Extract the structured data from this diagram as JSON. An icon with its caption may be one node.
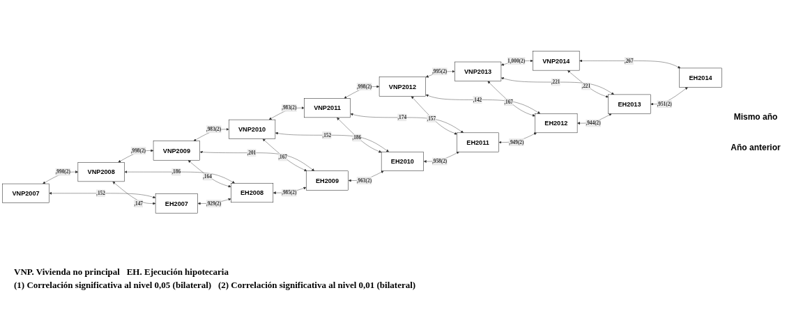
{
  "diagram": {
    "nodes": [
      {
        "text": [
          "VNP2007"
        ]
      },
      {
        "text": [
          "VNP2008"
        ]
      },
      {
        "text": [
          "VNP2009"
        ]
      },
      {
        "text": [
          "VNP2010"
        ]
      },
      {
        "text": [
          "VNP2011"
        ]
      },
      {
        "text": [
          "VNP2012"
        ]
      },
      {
        "text": [
          "VNP2013"
        ]
      },
      {
        "text": [
          "VNP2014"
        ]
      },
      {
        "text": [
          "EH2007"
        ]
      },
      {
        "text": [
          "EH2008"
        ]
      },
      {
        "text": [
          "EH2009"
        ]
      },
      {
        "text": [
          "EH2010"
        ]
      },
      {
        "text": [
          "EH2011"
        ]
      },
      {
        "text": [
          "EH2012"
        ]
      },
      {
        "text": [
          "EH2013"
        ]
      },
      {
        "text": [
          "EH2014"
        ]
      }
    ],
    "edges": [
      {
        "from": 0,
        "to": 1,
        "arrow": "both",
        "label": ",990(2)"
      },
      {
        "from": 1,
        "to": 2,
        "arrow": "both",
        "label": ",998(2)"
      },
      {
        "from": 2,
        "to": 3,
        "arrow": "both",
        "label": ",983(2)"
      },
      {
        "from": 3,
        "to": 4,
        "arrow": "both",
        "label": ",983(2)"
      },
      {
        "from": 4,
        "to": 5,
        "arrow": "both",
        "label": ",998(2)"
      },
      {
        "from": 5,
        "to": 6,
        "arrow": "both",
        "label": ",995(2)"
      },
      {
        "from": 6,
        "to": 7,
        "arrow": "both",
        "label": "1,000(2)"
      },
      {
        "from": 0,
        "to": 8,
        "arrow": "both",
        "label": ",152"
      },
      {
        "from": 1,
        "to": 8,
        "arrow": "both",
        "label": ",147"
      },
      {
        "from": 1,
        "to": 9,
        "arrow": "both",
        "label": ",186"
      },
      {
        "from": 2,
        "to": 9,
        "arrow": "both",
        "label": ",164"
      },
      {
        "from": 2,
        "to": 10,
        "arrow": "both",
        "label": ",201"
      },
      {
        "from": 3,
        "to": 10,
        "arrow": "both",
        "label": ",167"
      },
      {
        "from": 3,
        "to": 11,
        "arrow": "both",
        "label": ",152"
      },
      {
        "from": 4,
        "to": 11,
        "arrow": "both",
        "label": ",186"
      },
      {
        "from": 4,
        "to": 12,
        "arrow": "both",
        "label": ",174"
      },
      {
        "from": 5,
        "to": 12,
        "arrow": "both",
        "label": ",157"
      },
      {
        "from": 5,
        "to": 13,
        "arrow": "both",
        "label": ",142"
      },
      {
        "from": 6,
        "to": 13,
        "arrow": "both",
        "label": ",167"
      },
      {
        "from": 6,
        "to": 14,
        "arrow": "both",
        "label": ",221"
      },
      {
        "from": 7,
        "to": 14,
        "arrow": "both",
        "label": ",221"
      },
      {
        "from": 7,
        "to": 15,
        "arrow": "both",
        "label": ",267"
      },
      {
        "from": 8,
        "to": 9,
        "arrow": "both",
        "label": ",929(2)"
      },
      {
        "from": 9,
        "to": 10,
        "arrow": "both",
        "label": ",985(2)"
      },
      {
        "from": 10,
        "to": 11,
        "arrow": "both",
        "label": ",963(2)"
      },
      {
        "from": 11,
        "to": 12,
        "arrow": "both",
        "label": ",958(2)"
      },
      {
        "from": 12,
        "to": 13,
        "arrow": "both",
        "label": ",949(2)"
      },
      {
        "from": 13,
        "to": 14,
        "arrow": "both",
        "label": ",944(2)"
      },
      {
        "from": 14,
        "to": 15,
        "arrow": "both",
        "label": ",951(2)"
      }
    ],
    "labels": [
      "Mismo año",
      "Año anterior",
      "VNP. Vivienda no principal   EH. Ejecución hipotecaria",
      "(1) Correlación significativa al nivel 0,05 (bilateral)   (2) Correlación significativa al nivel 0,01 (bilateral)"
    ]
  }
}
